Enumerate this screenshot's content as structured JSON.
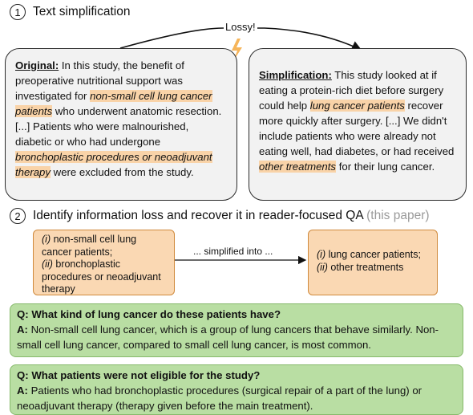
{
  "step1": {
    "number": "1",
    "title": "Text simplification"
  },
  "lossy_label": "Lossy!",
  "original": {
    "label": "Original:",
    "t1": " In this study, the benefit of preoperative nutritional support was investigated for ",
    "h1": "non-small cell lung cancer patients",
    "t2": " who underwent anatomic resection. [...] Patients who were malnourished, diabetic or who had undergone ",
    "h2": "bronchoplastic procedures or neoadjuvant therapy",
    "t3": " were excluded from the study."
  },
  "simplification": {
    "label": "Simplification:",
    "t1": " This study looked at if eating a protein-rich diet before surgery could help ",
    "h1": "lung cancer patients",
    "t2": " recover more quickly after surgery. [...] We didn't include patients who were already not eating well, had diabetes, or had received ",
    "h2": "other treatments",
    "t3": " for their lung cancer."
  },
  "step2": {
    "number": "2",
    "title": "Identify information loss and recover it in reader-focused QA",
    "note": "(this paper)"
  },
  "left_box": {
    "m1": "(i)",
    "t1": " non-small cell lung cancer patients;",
    "m2": "(ii)",
    "t2": " bronchoplastic procedures or neoadjuvant therapy"
  },
  "arrow_label": "... simplified into ...",
  "right_box": {
    "m1": "(i)",
    "t1": " lung cancer patients;",
    "m2": "(ii)",
    "t2": " other treatments"
  },
  "qa": [
    {
      "q": "Q: What kind of lung cancer do these patients have?",
      "a_label": "A:",
      "a": " Non-small cell lung cancer, which is a group of lung cancers that behave similarly. Non-small cell lung cancer, compared to small cell lung cancer, is most common."
    },
    {
      "q": "Q: What patients were not eligible for the study?",
      "a_label": "A:",
      "a": " Patients who had bronchoplastic procedures (surgical repair of a part of the lung) or neoadjuvant therapy (therapy given before the main treatment)."
    }
  ],
  "colors": {
    "highlight": "#f9d3a8",
    "orange_box": "#fad8b3",
    "qa_box": "#b9dea3",
    "panel": "#f2f2f2",
    "lightning": "#f6b55a"
  }
}
